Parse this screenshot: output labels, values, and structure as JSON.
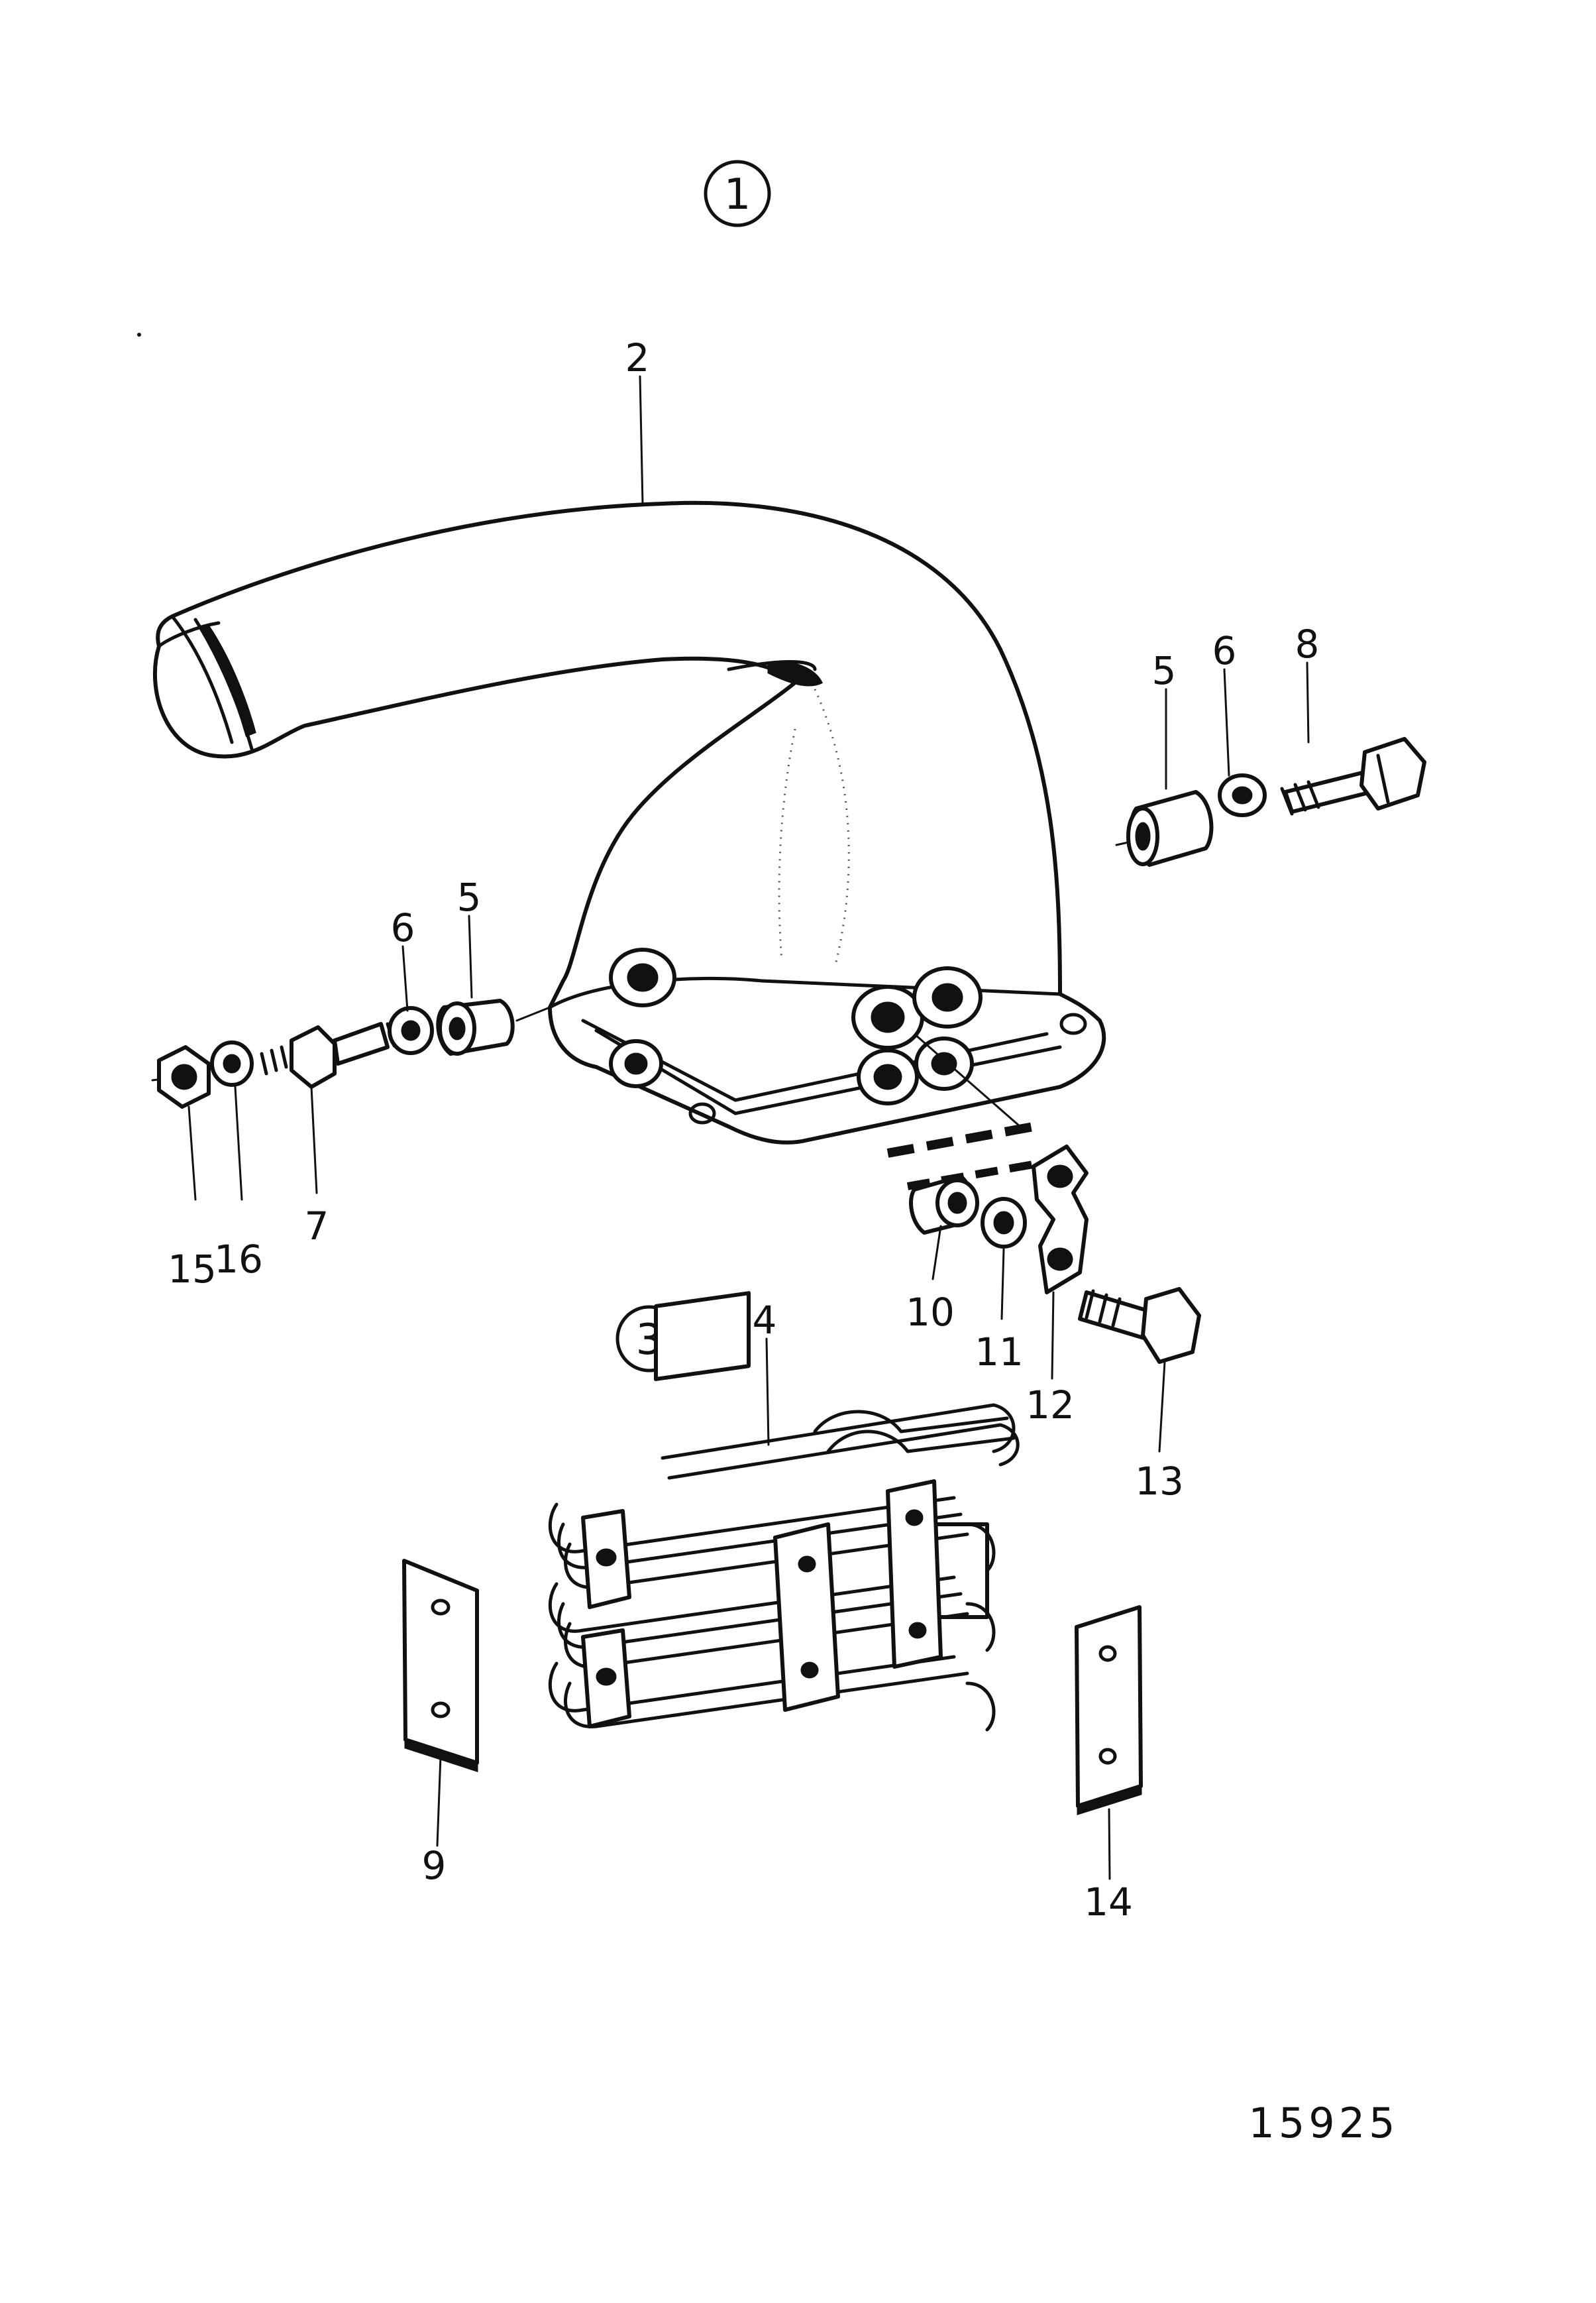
{
  "diagram": {
    "callouts": {
      "c1": "1",
      "c2": "2",
      "c3": "3",
      "c4": "4",
      "c5a": "5",
      "c6a": "6",
      "c8": "8",
      "c6b": "6",
      "c5b": "5",
      "c7": "7",
      "c15": "15",
      "c16": "16",
      "c10": "10",
      "c11": "11",
      "c12": "12",
      "c13": "13",
      "c9": "9",
      "c14": "14"
    },
    "drawing_number": "15925"
  }
}
